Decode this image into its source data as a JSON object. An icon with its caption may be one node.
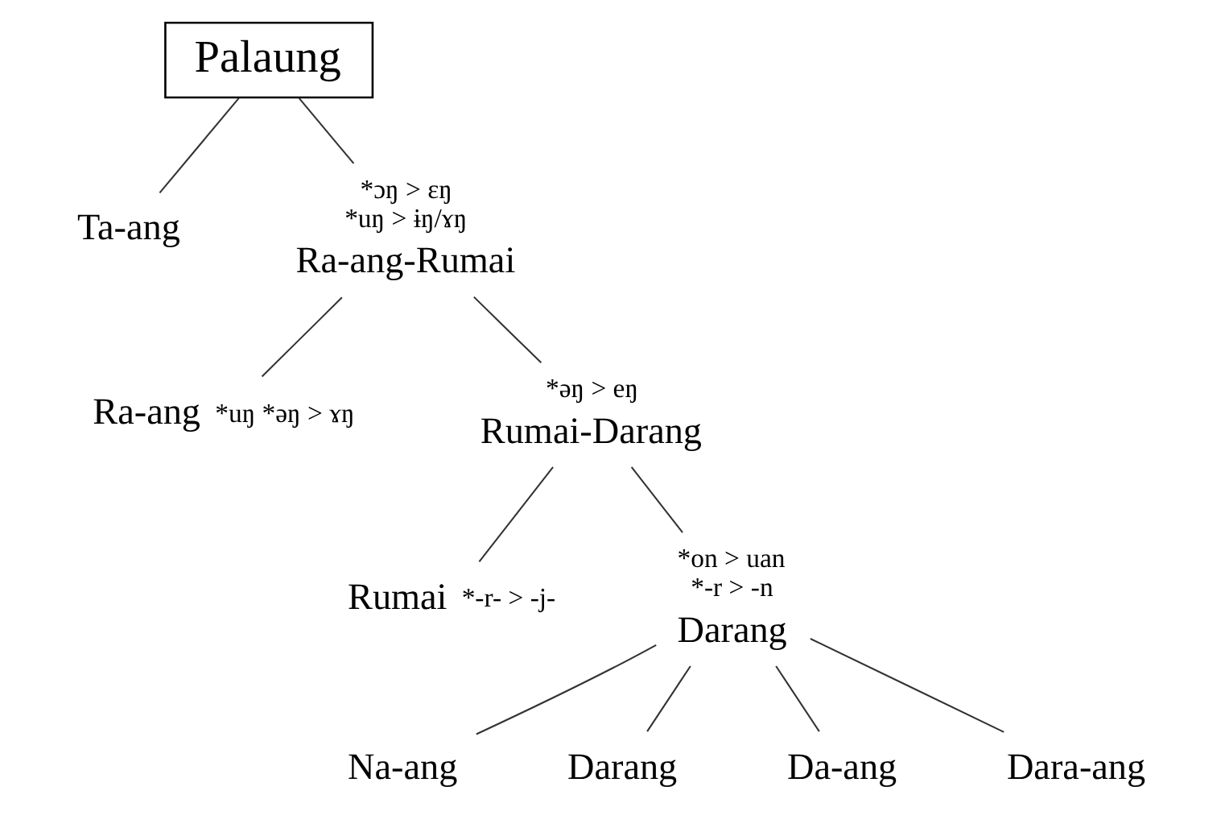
{
  "diagram": {
    "nodes": [
      {
        "text": [
          "Palaung"
        ]
      },
      {
        "text": [
          "Ta-ang"
        ]
      },
      {
        "text": [
          "Ra-ang-Rumai"
        ],
        "beside": [
          "*ɔŋ > ɛŋ",
          "*uŋ > ɨŋ/ɤŋ"
        ]
      },
      {
        "text": [
          "Ra-ang"
        ],
        "beside": [
          "*uŋ *əŋ > ɤŋ"
        ]
      },
      {
        "text": [
          "Rumai-Darang"
        ],
        "beside": [
          "*əŋ > eŋ"
        ]
      },
      {
        "text": [
          "Rumai"
        ],
        "beside": [
          "*-r- > -j-"
        ]
      },
      {
        "text": [
          "Darang"
        ],
        "beside": [
          "*on > uan",
          "*-r > -n"
        ]
      },
      {
        "text": [
          "Na-ang"
        ]
      },
      {
        "text": [
          "Darang"
        ]
      },
      {
        "text": [
          "Da-ang"
        ]
      },
      {
        "text": [
          "Dara-ang"
        ]
      }
    ],
    "edges": [
      {
        "from": 0,
        "to": 1,
        "arrow": "none"
      },
      {
        "from": 0,
        "to": 2,
        "arrow": "none"
      },
      {
        "from": 2,
        "to": 3,
        "arrow": "none"
      },
      {
        "from": 2,
        "to": 4,
        "arrow": "none"
      },
      {
        "from": 4,
        "to": 5,
        "arrow": "none"
      },
      {
        "from": 4,
        "to": 6,
        "arrow": "none"
      },
      {
        "from": 6,
        "to": 7,
        "arrow": "none"
      },
      {
        "from": 6,
        "to": 8,
        "arrow": "none"
      },
      {
        "from": 6,
        "to": 9,
        "arrow": "none"
      },
      {
        "from": 6,
        "to": 10,
        "arrow": "none"
      }
    ]
  }
}
